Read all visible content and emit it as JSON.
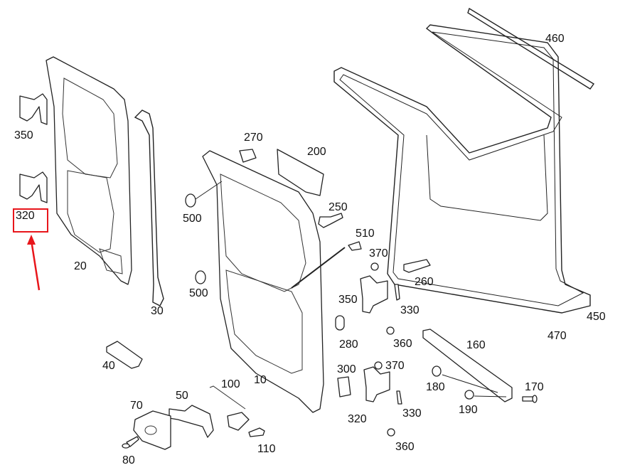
{
  "diagram": {
    "title": "Rear door exploded parts diagram",
    "highlight": {
      "part_number": "320",
      "color": "#e8161b",
      "arrow_color": "#e8161b"
    },
    "labels": [
      {
        "id": "p460",
        "text": "460"
      },
      {
        "id": "p350a",
        "text": "350"
      },
      {
        "id": "p320a",
        "text": "320"
      },
      {
        "id": "p20",
        "text": "20"
      },
      {
        "id": "p30",
        "text": "30"
      },
      {
        "id": "p270",
        "text": "270"
      },
      {
        "id": "p200",
        "text": "200"
      },
      {
        "id": "p500a",
        "text": "500"
      },
      {
        "id": "p500b",
        "text": "500"
      },
      {
        "id": "p250",
        "text": "250"
      },
      {
        "id": "p510",
        "text": "510"
      },
      {
        "id": "p370a",
        "text": "370"
      },
      {
        "id": "p260",
        "text": "260"
      },
      {
        "id": "p350b",
        "text": "350"
      },
      {
        "id": "p330a",
        "text": "330"
      },
      {
        "id": "p280",
        "text": "280"
      },
      {
        "id": "p360a",
        "text": "360"
      },
      {
        "id": "p450",
        "text": "450"
      },
      {
        "id": "p470",
        "text": "470"
      },
      {
        "id": "p160",
        "text": "160"
      },
      {
        "id": "p40",
        "text": "40"
      },
      {
        "id": "p10",
        "text": "10"
      },
      {
        "id": "p100",
        "text": "100"
      },
      {
        "id": "p300",
        "text": "300"
      },
      {
        "id": "p370b",
        "text": "370"
      },
      {
        "id": "p180",
        "text": "180"
      },
      {
        "id": "p170",
        "text": "170"
      },
      {
        "id": "p50",
        "text": "50"
      },
      {
        "id": "p70",
        "text": "70"
      },
      {
        "id": "p320b",
        "text": "320"
      },
      {
        "id": "p330b",
        "text": "330"
      },
      {
        "id": "p190",
        "text": "190"
      },
      {
        "id": "p110",
        "text": "110"
      },
      {
        "id": "p80",
        "text": "80"
      },
      {
        "id": "p360b",
        "text": "360"
      }
    ]
  }
}
